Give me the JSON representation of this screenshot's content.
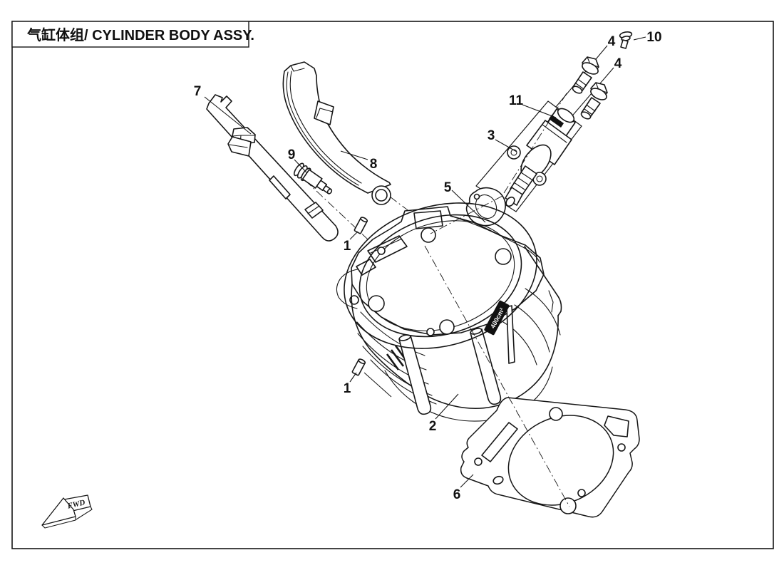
{
  "title": {
    "text": "气缸体组/ CYLINDER BODY ASSY."
  },
  "diagram": {
    "badge": "400cm³",
    "fwd_label": "FWD",
    "callouts": [
      {
        "label": "7"
      },
      {
        "label": "9"
      },
      {
        "label": "8"
      },
      {
        "label": "11"
      },
      {
        "label": "3"
      },
      {
        "label": "5"
      },
      {
        "label": "4"
      },
      {
        "label": "4"
      },
      {
        "label": "10"
      },
      {
        "label": "1"
      },
      {
        "label": "1"
      },
      {
        "label": "2"
      },
      {
        "label": "6"
      }
    ]
  },
  "colors": {
    "line": "#161616",
    "background": "#ffffff",
    "badge_bg": "#111111",
    "badge_text": "#ffffff"
  }
}
